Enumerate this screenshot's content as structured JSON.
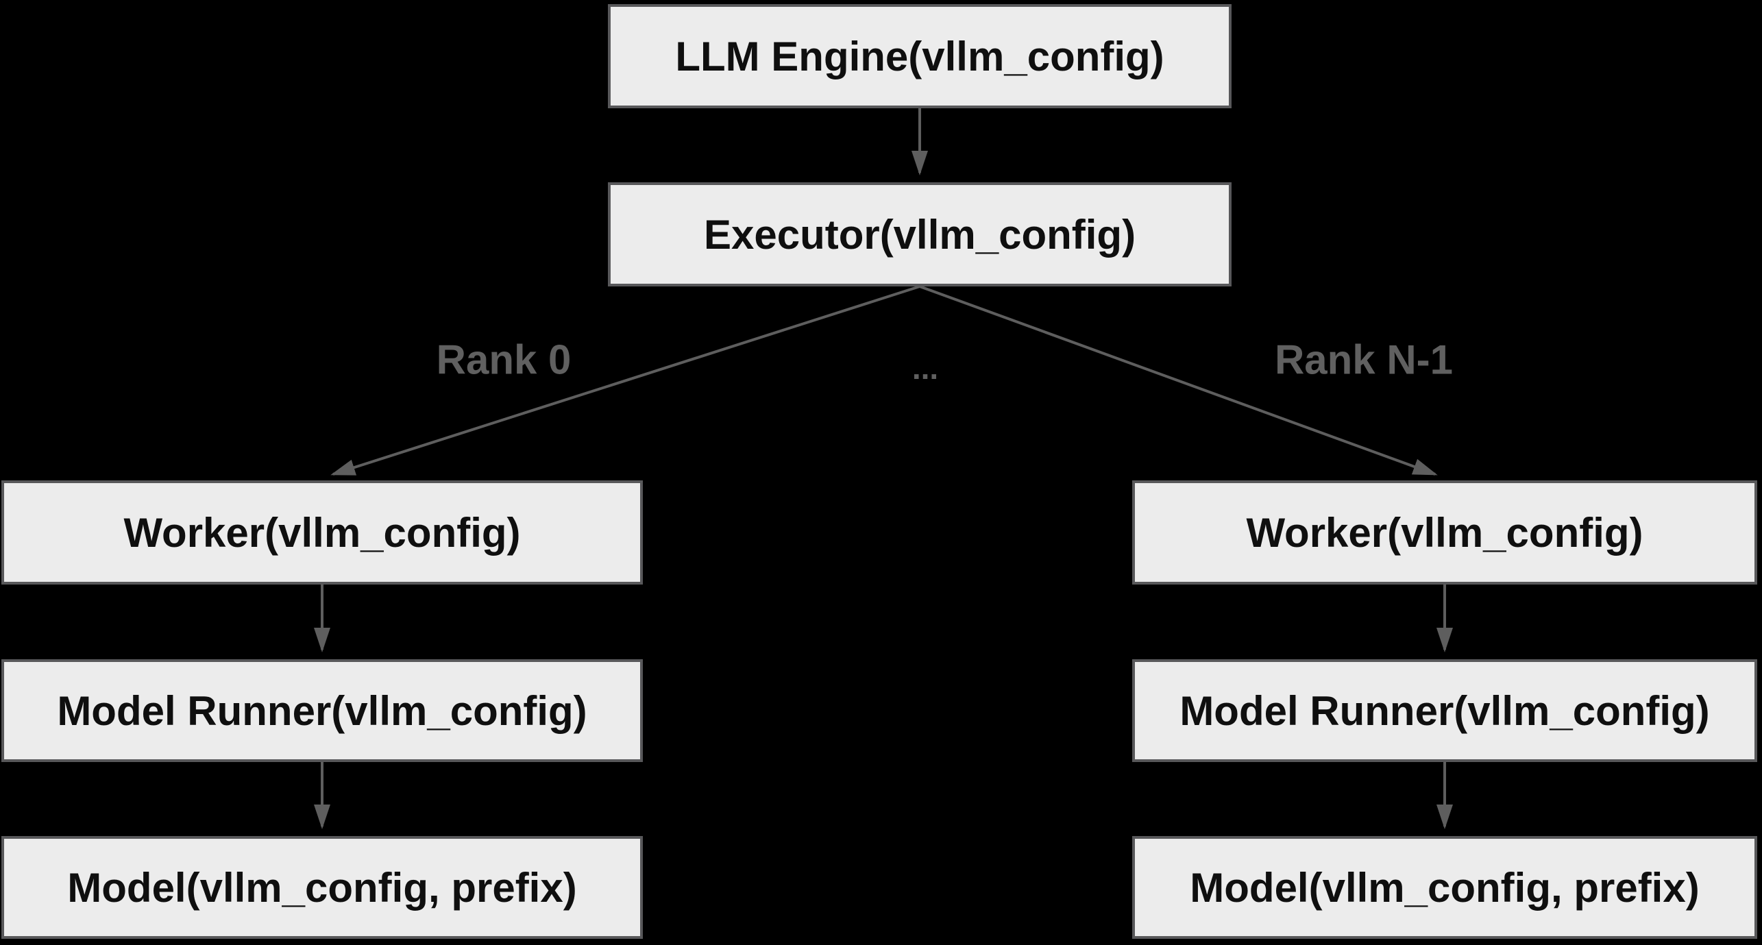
{
  "diagram": {
    "nodes": {
      "llm_engine": "LLM Engine(vllm_config)",
      "executor": "Executor(vllm_config)",
      "worker_left": "Worker(vllm_config)",
      "worker_right": "Worker(vllm_config)",
      "model_runner_left": "Model Runner(vllm_config)",
      "model_runner_right": "Model Runner(vllm_config)",
      "model_left": "Model(vllm_config, prefix)",
      "model_right": "Model(vllm_config, prefix)"
    },
    "edge_labels": {
      "rank_0": "Rank 0",
      "ellipsis": "...",
      "rank_n_minus_1": "Rank N-1"
    },
    "colors": {
      "background": "#000000",
      "node_fill": "#ececec",
      "node_border": "#58585a",
      "node_text": "#0f0f0f",
      "edge_line": "#5e5e5e",
      "edge_label_text": "#606060"
    }
  }
}
